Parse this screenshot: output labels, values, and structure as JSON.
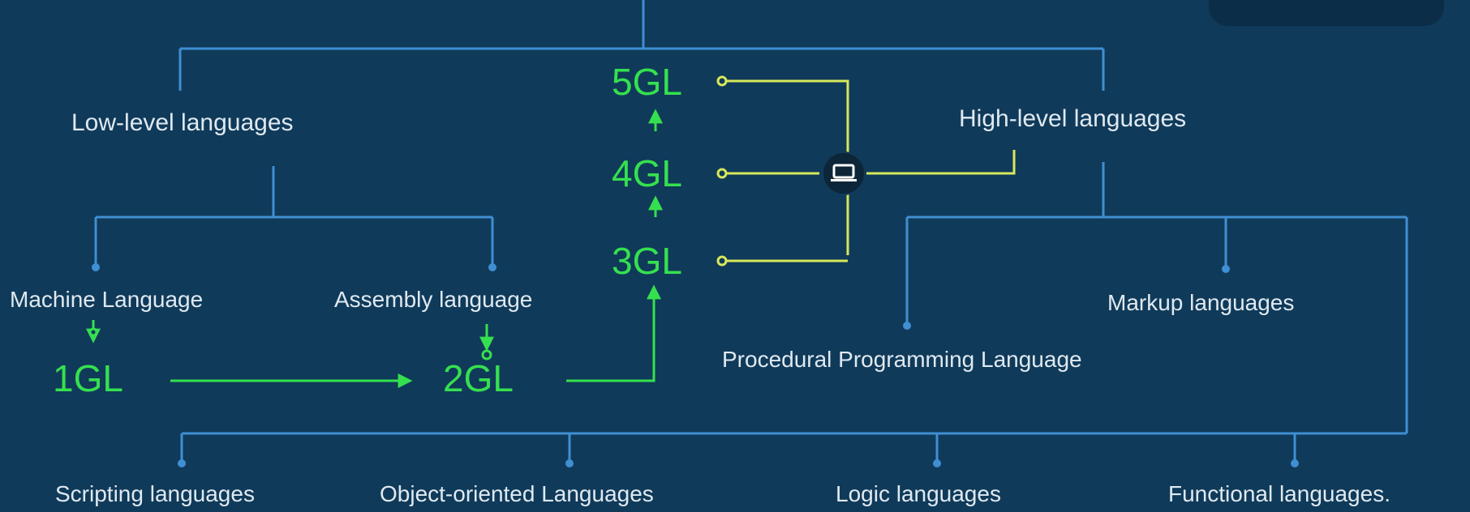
{
  "diagram": {
    "categories": {
      "low_level": "Low-level languages",
      "high_level": "High-level languages"
    },
    "low_level_children": {
      "machine": "Machine Language",
      "assembly": "Assembly language"
    },
    "generations": {
      "g1": "1GL",
      "g2": "2GL",
      "g3": "3GL",
      "g4": "4GL",
      "g5": "5GL"
    },
    "high_level_children": {
      "procedural": "Procedural Programming Language",
      "markup": "Markup languages"
    },
    "bottom_row": {
      "scripting": "Scripting languages",
      "object_oriented": "Object-oriented Languages",
      "logic": "Logic languages",
      "functional": "Functional languages."
    },
    "hub_icon": "laptop-icon",
    "colors": {
      "background": "#103a59",
      "tree_lines": "#3f8fd3",
      "generation_green": "#35e04f",
      "hub_lines": "#d8e85a",
      "label_text": "#dfe9f1"
    }
  }
}
